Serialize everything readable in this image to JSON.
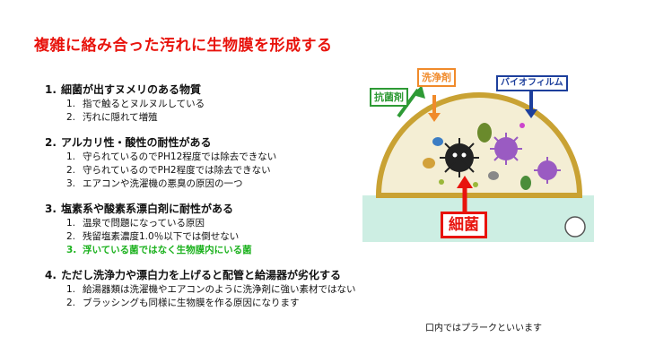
{
  "title": "複雑に絡み合った汚れに生物膜を形成する",
  "sections": [
    {
      "num": "1.",
      "heading": "細菌が出すヌメリのある物質",
      "items": [
        {
          "n": "1.",
          "text": "指で触るとヌルヌルしている"
        },
        {
          "n": "2.",
          "text": "汚れに隠れて増殖"
        }
      ]
    },
    {
      "num": "2.",
      "heading": "アルカリ性・酸性の耐性がある",
      "items": [
        {
          "n": "1.",
          "text": "守られているのでPH12程度では除去できない"
        },
        {
          "n": "2.",
          "text": "守られているのでPH2程度では除去できない"
        },
        {
          "n": "3.",
          "text": "エアコンや洗濯機の悪臭の原因の一つ"
        }
      ]
    },
    {
      "num": "3.",
      "heading": "塩素系や酸素系漂白剤に耐性がある",
      "items": [
        {
          "n": "1.",
          "text": "温泉で問題になっている原因"
        },
        {
          "n": "2.",
          "text": "残留塩素濃度1.0％以下では倒せない"
        },
        {
          "n": "3.",
          "text": "浮いている菌ではなく生物膜内にいる菌",
          "highlight": true
        }
      ]
    },
    {
      "num": "4.",
      "heading": "ただし洗浄力や漂白力を上げると配管と給湯器が劣化する",
      "items": [
        {
          "n": "1.",
          "text": "給湯器類は洗濯機やエアコンのように洗浄剤に強い素材ではない"
        },
        {
          "n": "2.",
          "text": "ブラッシングも同様に生物膜を作る原因になります"
        }
      ]
    }
  ],
  "diagram": {
    "label_antibacterial": "抗菌剤",
    "label_detergent": "洗浄剤",
    "label_biofilm": "バイオフィルム",
    "label_bacteria": "細菌",
    "colors": {
      "antibacterial": "#2e9a35",
      "detergent": "#f08a2a",
      "biofilm": "#1d3f9c",
      "bacteria": "#e8130c",
      "dome": "#f4eed4",
      "dome_border": "#c9a233",
      "ground": "#cdeee3"
    }
  },
  "note": "口内ではプラークといいます"
}
